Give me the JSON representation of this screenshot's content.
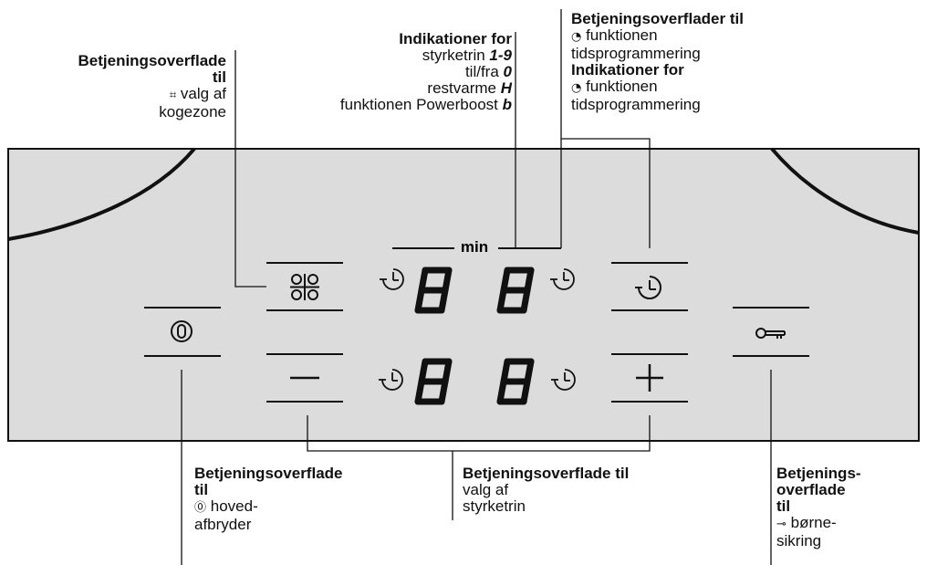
{
  "callouts": {
    "zone_select": {
      "title_line1": "Betjeningsoverflade",
      "title_line2": "til",
      "line1": "valg af",
      "line2": "kogezone",
      "icon": "zone-select-icon"
    },
    "indications": {
      "title": "Indikationer for",
      "line1": "styrketrin",
      "line1_sym": "1-9",
      "line2": "til/fra",
      "line2_sym": "0",
      "line3": "restvarme",
      "line3_sym": "H",
      "line4": "funktionen Powerboost",
      "line4_sym": "b"
    },
    "timer": {
      "title1": "Betjeningsoverflader til",
      "line1": "funktionen",
      "line2": "tidsprogrammering",
      "title2": "Indikationer for",
      "line3": "funktionen",
      "line4": "tidsprogrammering",
      "icon": "timer-icon"
    },
    "main_switch": {
      "title1": "Betjeningsoverflade",
      "title2": "til",
      "line1": "hoved-",
      "line2": "afbryder",
      "icon": "power-icon"
    },
    "power_level": {
      "title": "Betjeningsoverflade til",
      "line1": "valg af",
      "line2": "styrketrin"
    },
    "child_lock": {
      "title1": "Betjenings-",
      "title2": "overflade",
      "title3": "til",
      "line1": "børne-",
      "line2": "sikring",
      "icon": "key-icon"
    }
  },
  "panel": {
    "min_label": "min",
    "display_digit": "8",
    "minus_label": "−",
    "plus_label": "+",
    "colors": {
      "panel": "#dcdcdc",
      "line": "#111111"
    }
  }
}
